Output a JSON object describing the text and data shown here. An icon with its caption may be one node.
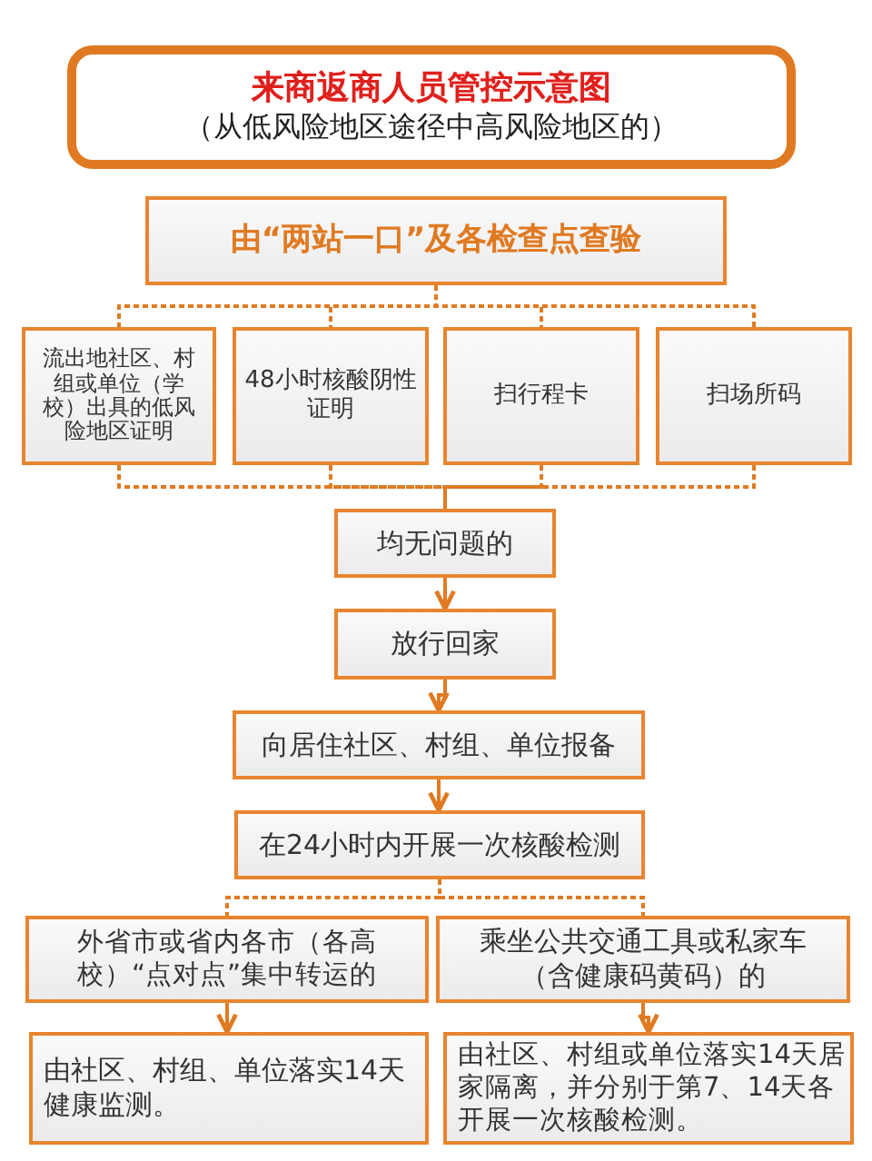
{
  "diagram": {
    "nodes": [
      {
        "text": [
          "来商返商人员管控示意图",
          "（从低风险地区途径中高风险地区的）"
        ]
      },
      {
        "text": [
          "由“两站一口”及各检查点查验"
        ]
      },
      {
        "text": [
          "流出地社区、村组或单位（学校）出具的低风险地区证明"
        ]
      },
      {
        "text": [
          "48小时核酸阴性证明"
        ]
      },
      {
        "text": [
          "扫行程卡"
        ]
      },
      {
        "text": [
          "扫场所码"
        ]
      },
      {
        "text": [
          "均无问题的"
        ]
      },
      {
        "text": [
          "放行回家"
        ]
      },
      {
        "text": [
          "向居住社区、村组、单位报备"
        ]
      },
      {
        "text": [
          "在24小时内开展一次核酸检测"
        ]
      },
      {
        "text": [
          "外省市或省内各市（各高校）“点对点”集中转运的"
        ]
      },
      {
        "text": [
          "乘坐公共交通工具或私家车（含健康码黄码）的"
        ]
      },
      {
        "text": [
          "由社区、村组、单位落实14天健康监测。"
        ]
      },
      {
        "text": [
          "由社区、村组或单位落实14天居家隔离，并分别于第7、14天各开展一次核酸检测。"
        ]
      }
    ],
    "edges": [
      {
        "from": 1,
        "to": 2,
        "arrow": "none",
        "style": "dashed"
      },
      {
        "from": 1,
        "to": 3,
        "arrow": "none",
        "style": "dashed"
      },
      {
        "from": 1,
        "to": 4,
        "arrow": "none",
        "style": "dashed"
      },
      {
        "from": 1,
        "to": 5,
        "arrow": "none",
        "style": "dashed"
      },
      {
        "from": 2,
        "to": 6,
        "arrow": "none",
        "style": "dashed"
      },
      {
        "from": 3,
        "to": 6,
        "arrow": "none",
        "style": "dashed"
      },
      {
        "from": 4,
        "to": 6,
        "arrow": "none",
        "style": "dashed"
      },
      {
        "from": 5,
        "to": 6,
        "arrow": "none",
        "style": "dashed"
      },
      {
        "from": 6,
        "to": 7,
        "arrow": "to"
      },
      {
        "from": 7,
        "to": 8,
        "arrow": "to"
      },
      {
        "from": 8,
        "to": 9,
        "arrow": "to"
      },
      {
        "from": 9,
        "to": 10,
        "arrow": "none",
        "style": "dashed"
      },
      {
        "from": 9,
        "to": 11,
        "arrow": "none",
        "style": "dashed"
      },
      {
        "from": 10,
        "to": 12,
        "arrow": "to"
      },
      {
        "from": 11,
        "to": 13,
        "arrow": "to"
      }
    ]
  }
}
